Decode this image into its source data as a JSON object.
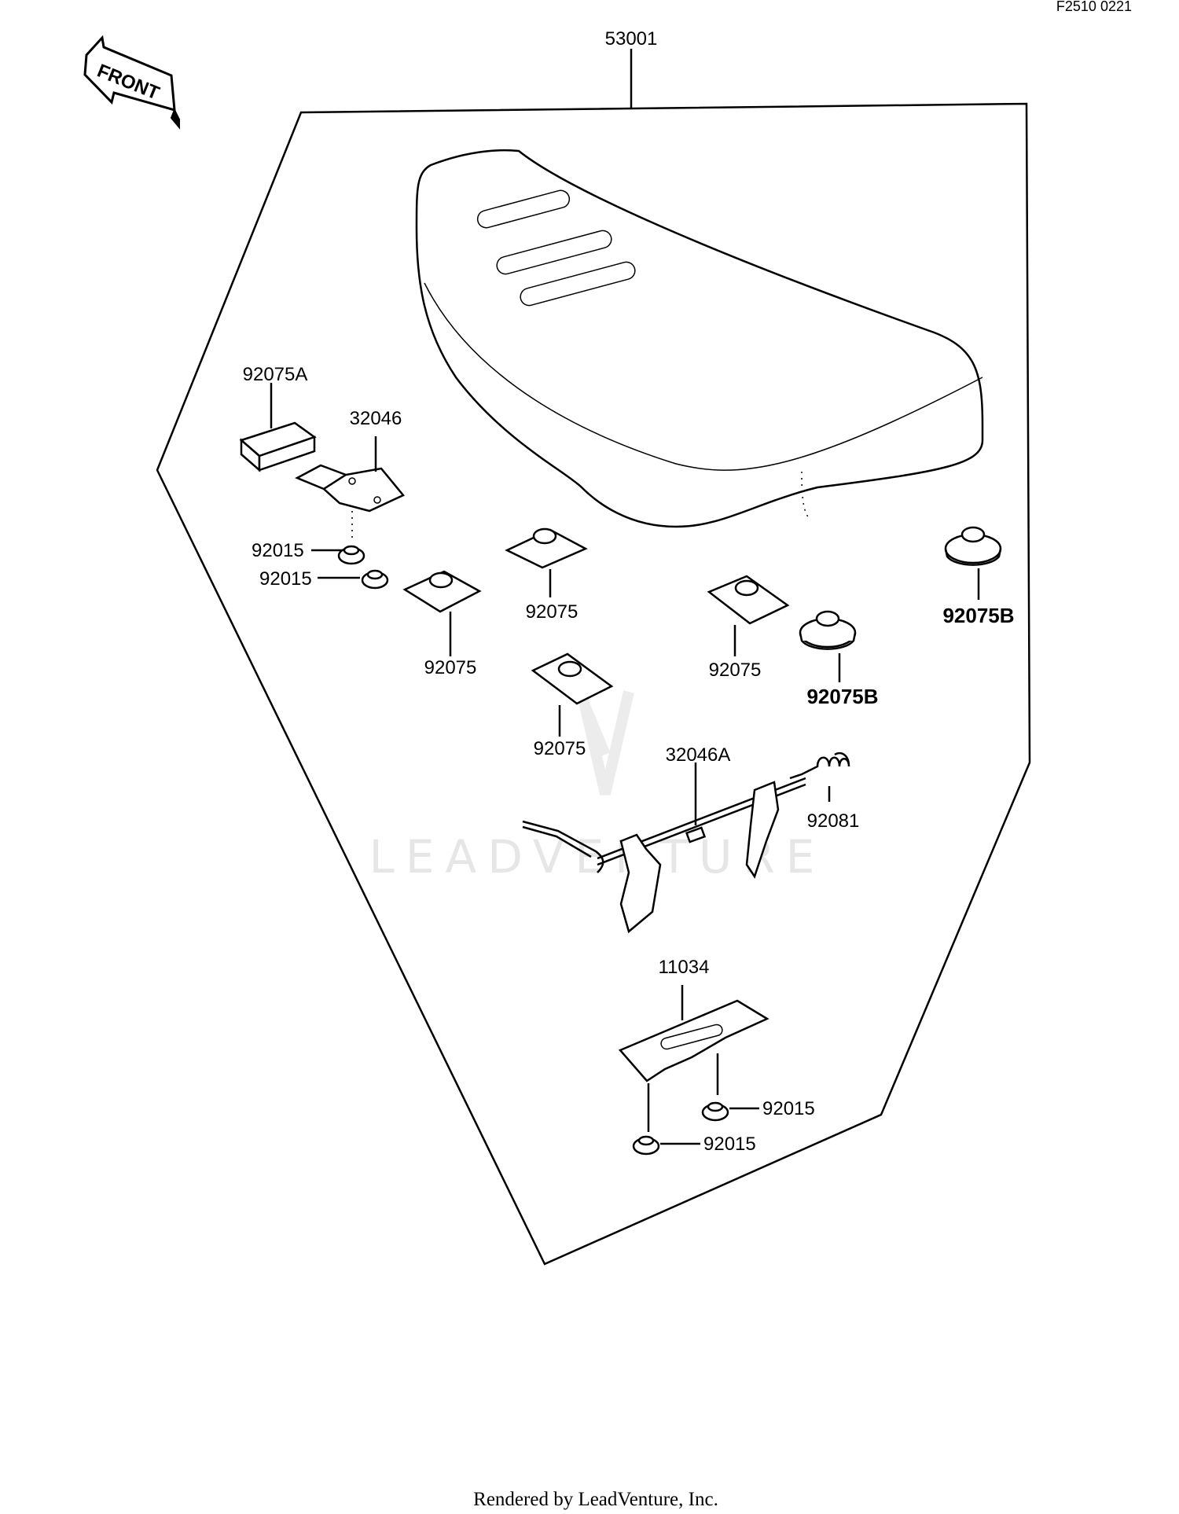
{
  "diagram_code": "F2510 0221",
  "front_arrow_label": "FRONT",
  "callouts": {
    "seat": "53001",
    "strap": "92075A",
    "bracket": "32046",
    "nut_1": "92015",
    "nut_2": "92015",
    "damper_1": "92075",
    "damper_2": "92075",
    "damper_3": "92075",
    "damper_4": "92075",
    "damper_b_1": "92075B",
    "damper_b_2": "92075B",
    "lock_rod": "32046A",
    "spring": "92081",
    "plate": "11034",
    "nut_3": "92015",
    "nut_4": "92015"
  },
  "watermark": "LEADVENTURE",
  "footer": "Rendered by LeadVenture, Inc."
}
